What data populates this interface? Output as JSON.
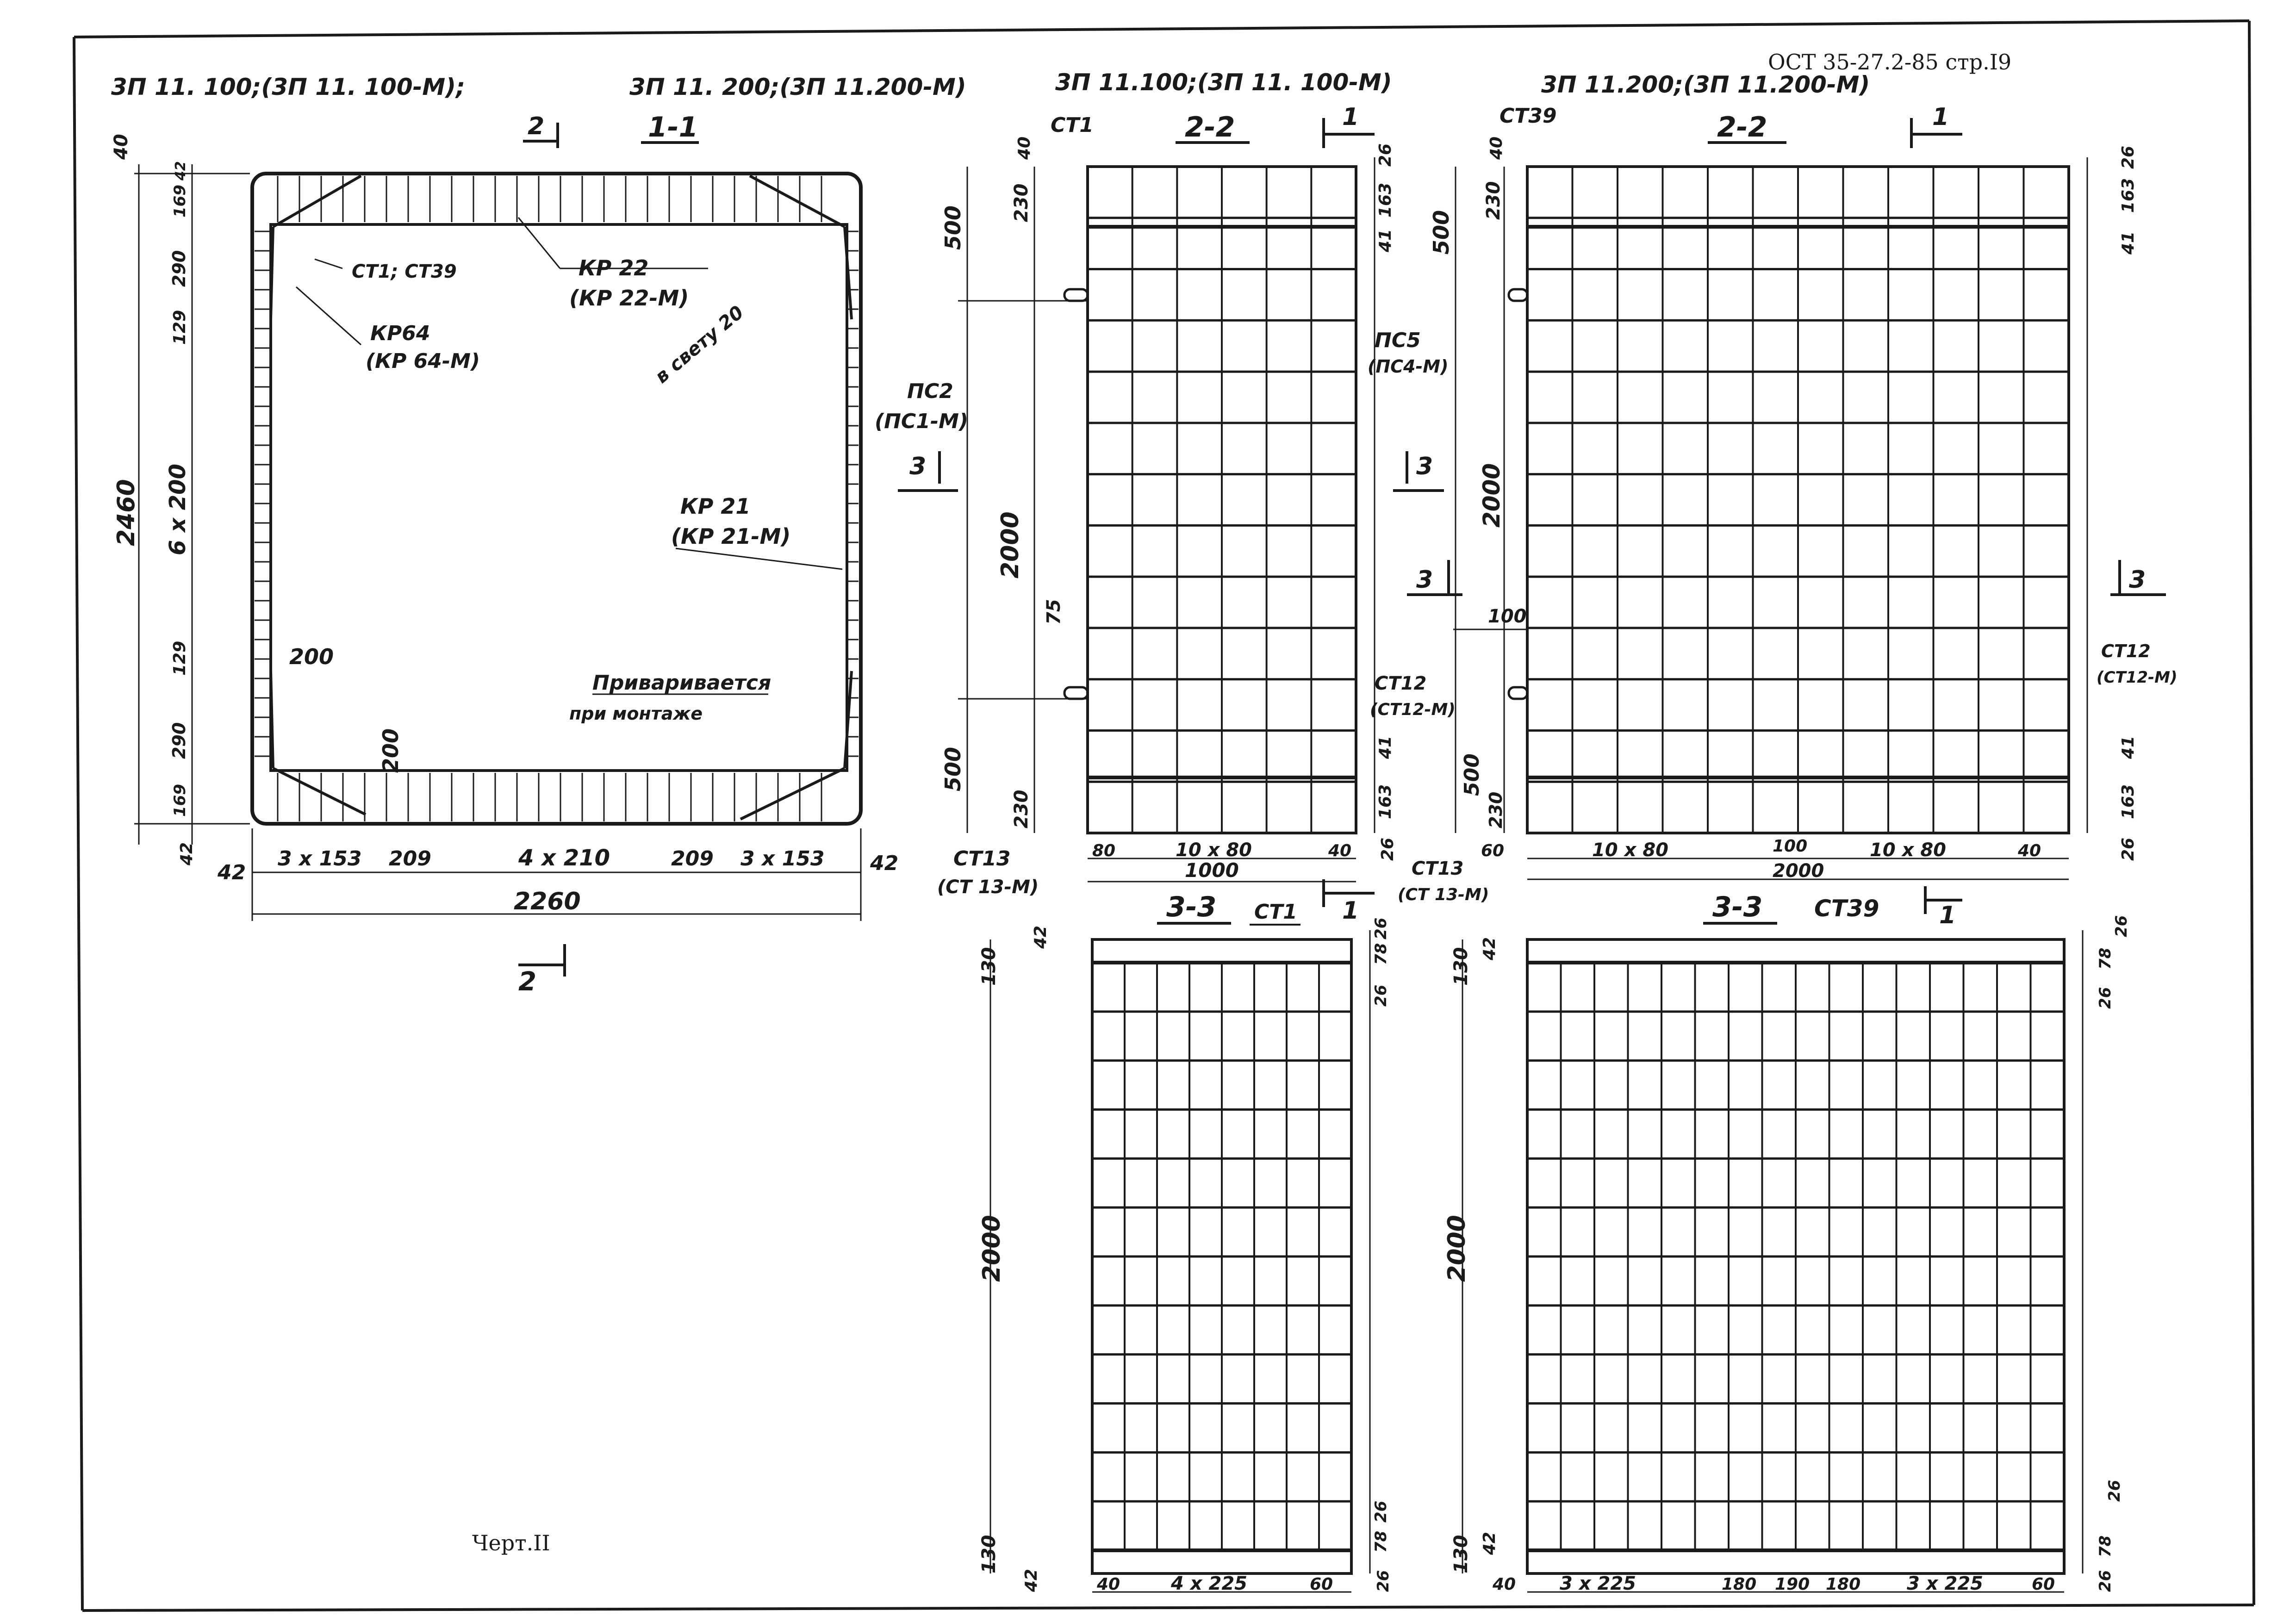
{
  "header": {
    "doc_ref": "ОСТ 35-27.2-85 стр.I9",
    "drawing_no": "Черт.II"
  },
  "titles": {
    "t1": "3П 11. 100;(3П 11. 100-М);",
    "t2": "3П 11. 200;(3П 11.200-М)",
    "t3": "3П 11.100;(3П 11. 100-М)",
    "t4": "3П 11.200;(3П 11.200-М)"
  },
  "sections": {
    "s11": "1-1",
    "s22a": "2-2",
    "s22b": "2-2",
    "s33a": "3-3",
    "s33b": "3-3"
  },
  "cut_marks": {
    "c2": "2",
    "c1": "1",
    "c3": "3"
  },
  "plan": {
    "labels": {
      "ct1_ct39": "СТ1; СТ39",
      "kp22": "КР 22",
      "kp22m": "(КР 22-М)",
      "kp64": "КР64",
      "kp64m": "(КР 64-М)",
      "v_svetu": "в свету 20",
      "kp21": "КР 21",
      "kp21m": "(КР 21-М)",
      "weld1": "Приваривается",
      "weld2": "при монтаже"
    },
    "dims": {
      "top40": "40",
      "total_h": "2460",
      "v169a": "169",
      "v42a": "42",
      "v290a": "290",
      "v129a": "129",
      "v6x200": "6 x 200",
      "v129b": "129",
      "v290b": "290",
      "v169b": "169",
      "v42b": "42",
      "d200a": "200",
      "d200b": "200",
      "h42a": "42",
      "h3x153a": "3 x 153",
      "h209a": "209",
      "h4x210": "4 x 210",
      "h209b": "209",
      "h3x153b": "3 x 153",
      "h42b": "42",
      "total_w": "2260"
    }
  },
  "elev_a": {
    "ct1": "СТ1",
    "pc2": "ПС2",
    "pc1m": "(ПС1-М)",
    "ct12": "СТ12",
    "ct12m": "(СТ12-М)",
    "ct13": "СТ13",
    "ct13m": "(СТ 13-М)",
    "d40": "40",
    "d230a": "230",
    "d500a": "500",
    "d2000": "2000",
    "d75": "75",
    "d500b": "500",
    "d230b": "230",
    "d163a": "163",
    "d26a": "26",
    "d41a": "41",
    "d41b": "41",
    "d163b": "163",
    "d26b": "26",
    "d80": "80",
    "d10x80": "10 x 80",
    "d40b": "40",
    "d1000": "1000"
  },
  "elev_b": {
    "ct39": "СТ39",
    "pc5": "ПС5",
    "pc4m": "(ПС4-М)",
    "ct12": "СТ12",
    "ct12m": "(СТ12-М)",
    "ct13": "СТ13",
    "ct13m": "(СТ 13-М)",
    "d40": "40",
    "d230a": "230",
    "d500a": "500",
    "d2000": "2000",
    "d100": "100",
    "d500b": "500",
    "d230b": "230",
    "d26a": "26",
    "d163a": "163",
    "d41a": "41",
    "d41b": "41",
    "d163b": "163",
    "d26b": "26",
    "d60": "60",
    "d10x80a": "10 x 80",
    "d100b": "100",
    "d10x80b": "10 x 80",
    "d40b": "40",
    "d2000w": "2000"
  },
  "sec_a": {
    "ct1": "СТ1",
    "d130a": "130",
    "d42a": "42",
    "d78a": "78",
    "d26a": "26",
    "d26b": "26",
    "d2000": "2000",
    "d130b": "130",
    "d42b": "42",
    "d78b": "78",
    "d26c": "26",
    "d26d": "26",
    "d40": "40",
    "d4x225": "4 x 225",
    "d60": "60"
  },
  "sec_b": {
    "ct39": "СТ39",
    "d130a": "130",
    "d42a": "42",
    "d78a": "78",
    "d26a": "26",
    "d26b": "26",
    "d2000": "2000",
    "d130b": "130",
    "d42b": "42",
    "d78b": "78",
    "d26c": "26",
    "d26d": "26",
    "d40": "40",
    "d3x225a": "3 x 225",
    "d180a": "180",
    "d190": "190",
    "d180b": "180",
    "d3x225b": "3 x 225",
    "d60": "60"
  }
}
